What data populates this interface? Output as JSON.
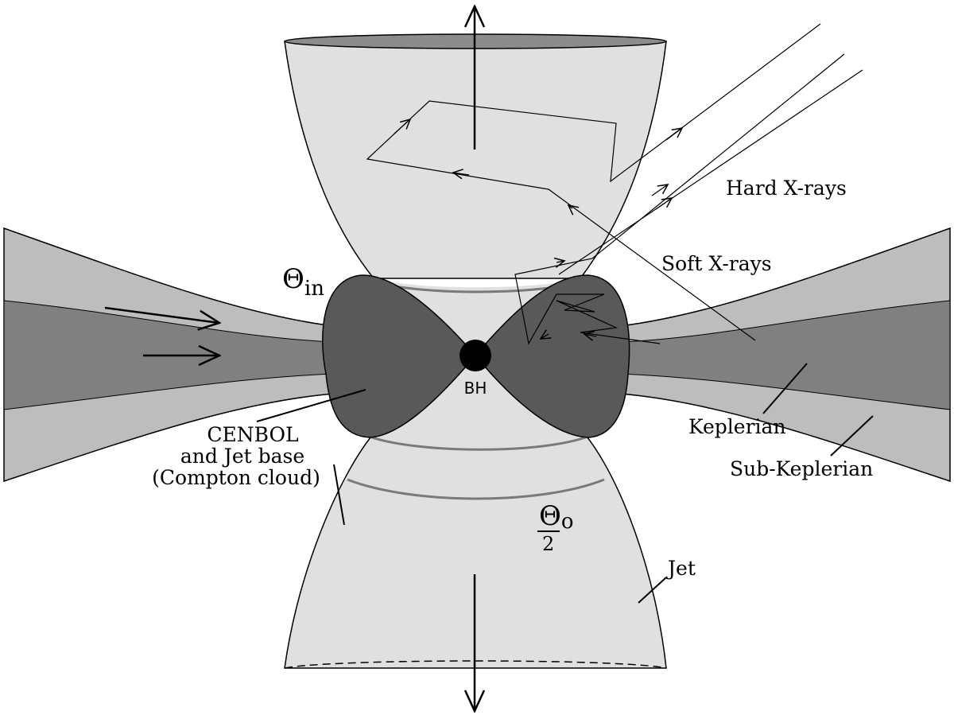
{
  "labels": {
    "hard_xrays": "Hard X-rays",
    "soft_xrays": "Soft X-rays",
    "theta_in_symbol": "Θ",
    "theta_in_sub": "in",
    "theta_o_symbol": "Θ",
    "theta_o_sub": "o",
    "theta_o_denominator": "2",
    "bh": "BH",
    "cenbol_line1": "CENBOL",
    "cenbol_line2": "and Jet base",
    "cenbol_line3": "(Compton cloud)",
    "keplerian": "Keplerian",
    "sub_keplerian": "Sub-Keplerian",
    "jet": "Jet"
  },
  "colors": {
    "jet_fill": "#e0e0e0",
    "sub_keplerian_fill": "#bdbdbd",
    "keplerian_fill": "#808080",
    "cenbol_fill": "#595959",
    "jet_cap_fill": "#8c8c8c",
    "boundary_line": "#7a7a7a",
    "black_hole": "#000000"
  }
}
